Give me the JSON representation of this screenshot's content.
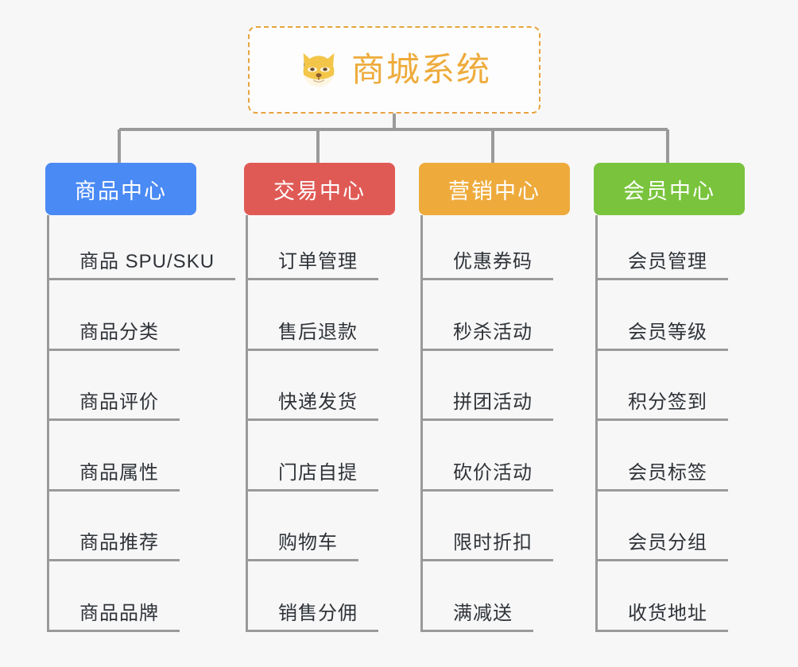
{
  "page": {
    "background_color": "#f7f7f7",
    "line_color": "#9a9a9a"
  },
  "root": {
    "title": "商城系统",
    "icon": "shiba-inu-dog-face-emoji",
    "text_color": "#eeab3c",
    "border_color": "#e8a33d",
    "background_color": "#fdfdfd"
  },
  "branches": [
    {
      "title": "商品中心",
      "color": "#4a8af4",
      "leaves": [
        "商品 SPU/SKU",
        "商品分类",
        "商品评价",
        "商品属性",
        "商品推荐",
        "商品品牌"
      ]
    },
    {
      "title": "交易中心",
      "color": "#e05a55",
      "leaves": [
        "订单管理",
        "售后退款",
        "快递发货",
        "门店自提",
        "购物车",
        "销售分佣"
      ]
    },
    {
      "title": "营销中心",
      "color": "#eeab3c",
      "leaves": [
        "优惠券码",
        "秒杀活动",
        "拼团活动",
        "砍价活动",
        "限时折扣",
        "满减送"
      ]
    },
    {
      "title": "会员中心",
      "color": "#79c43c",
      "leaves": [
        "会员管理",
        "会员等级",
        "积分签到",
        "会员标签",
        "会员分组",
        "收货地址"
      ]
    }
  ]
}
